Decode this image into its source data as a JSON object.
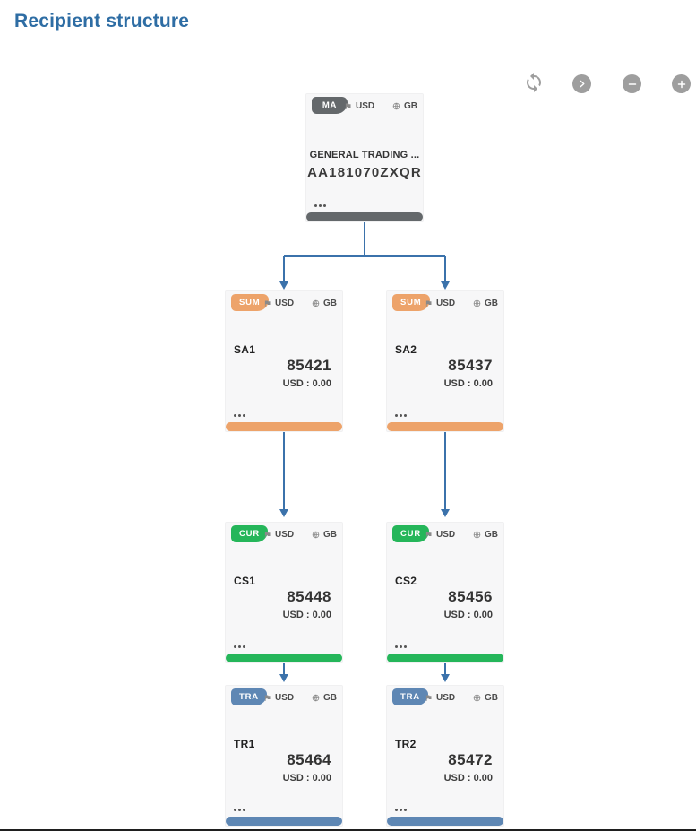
{
  "page": {
    "title": "Recipient structure",
    "title_color": "#2e6da4"
  },
  "toolbar": {
    "buttons": [
      {
        "icon": "sync-icon"
      },
      {
        "icon": "chevron-right-icon"
      },
      {
        "icon": "zoom-out-icon"
      },
      {
        "icon": "zoom-in-icon"
      }
    ]
  },
  "icons": {
    "currency": "flag-icon",
    "country": "globe-icon",
    "menu": "ellipsis-icon"
  },
  "colors": {
    "connector": "#3b72ab",
    "card_bg": "#f7f7f8",
    "root": "#64686b",
    "sum": "#eda36a",
    "cur": "#25b65a",
    "tra": "#5e87b4",
    "button_gray": "#9e9e9e",
    "title": "#2e6da4"
  },
  "tree": {
    "root": {
      "badge": "MA",
      "currency": "USD",
      "country": "GB",
      "name": "GENERAL TRADING ...",
      "code": "AA181070ZXQR",
      "color": "#64686b"
    },
    "nodes": [
      {
        "badge": "SUM",
        "currency": "USD",
        "country": "GB",
        "label": "SA1",
        "number": "85421",
        "balance": "USD : 0.00",
        "color": "#eda36a"
      },
      {
        "badge": "SUM",
        "currency": "USD",
        "country": "GB",
        "label": "SA2",
        "number": "85437",
        "balance": "USD : 0.00",
        "color": "#eda36a"
      },
      {
        "badge": "CUR",
        "currency": "USD",
        "country": "GB",
        "label": "CS1",
        "number": "85448",
        "balance": "USD : 0.00",
        "color": "#25b65a"
      },
      {
        "badge": "CUR",
        "currency": "USD",
        "country": "GB",
        "label": "CS2",
        "number": "85456",
        "balance": "USD : 0.00",
        "color": "#25b65a"
      },
      {
        "badge": "TRA",
        "currency": "USD",
        "country": "GB",
        "label": "TR1",
        "number": "85464",
        "balance": "USD : 0.00",
        "color": "#5e87b4"
      },
      {
        "badge": "TRA",
        "currency": "USD",
        "country": "GB",
        "label": "TR2",
        "number": "85472",
        "balance": "USD : 0.00",
        "color": "#5e87b4"
      }
    ]
  }
}
